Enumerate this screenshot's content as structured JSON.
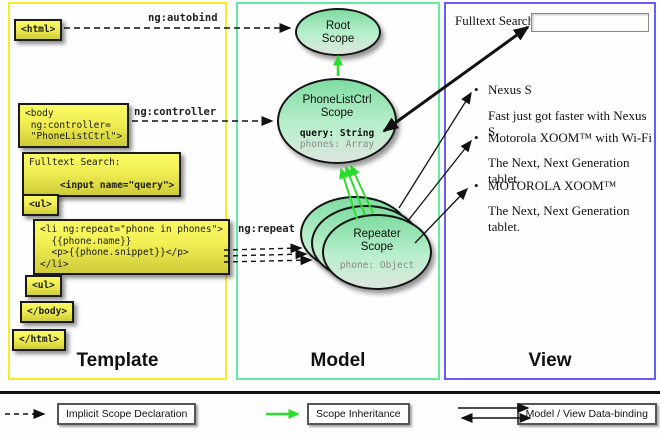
{
  "colors": {
    "template_border": "#f2ef2a",
    "model_border": "#63eda3",
    "view_border": "#6a5cf0",
    "code_box_yellow": "#f0ee52",
    "scope_green": "#7fdca0",
    "green_arrow": "#2ddd2d",
    "black_arrow": "#111111"
  },
  "columns": {
    "template_label": "Template",
    "model_label": "Model",
    "view_label": "View"
  },
  "template": {
    "html_open": "<html>",
    "autobind_label": "ng:autobind",
    "body_open": "<body\n ng:controller=\n \"PhoneListCtrl\">",
    "controller_label": "ng:controller",
    "fulltext_line1": "Fulltext Search:",
    "fulltext_line2": "<input name=\"query\">",
    "ul_open": "<ul>",
    "li_repeat": "<li ng:repeat=\"phone in phones\">\n  {{phone.name}}\n  <p>{{phone.snippet}}</p>\n</li>",
    "repeat_label": "ng:repeat",
    "ul_close": "<ul>",
    "body_close": "</body>",
    "html_close": "</html>"
  },
  "model": {
    "root_scope_title": "Root\nScope",
    "phonelist_title": "PhoneListCtrl\nScope",
    "phonelist_query": "query: String",
    "phonelist_phones": "phones: Array",
    "repeater_title": "Repeater\nScope",
    "repeater_phone": "phone: Object"
  },
  "view": {
    "search_label": "Fulltext Search:",
    "search_value": "",
    "bullet": "•",
    "items": [
      {
        "title": "Nexus S",
        "desc": "Fast just got faster with Nexus S."
      },
      {
        "title": "Motorola XOOM™ with Wi-Fi",
        "desc": "The Next, Next Generation tablet."
      },
      {
        "title": "MOTOROLA XOOM™",
        "desc": "The Next, Next Generation tablet."
      }
    ]
  },
  "legend": {
    "implicit": "Implicit Scope Declaration",
    "inheritance": "Scope Inheritance",
    "databinding": "Model / View Data-binding"
  }
}
